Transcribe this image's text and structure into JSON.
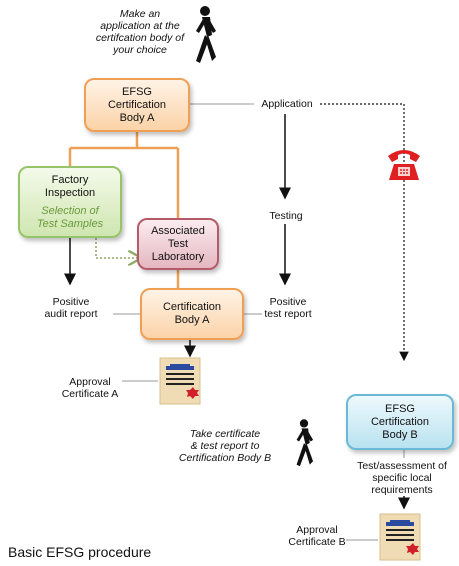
{
  "top_note": [
    "Make an",
    "application at the",
    "certifcation body of",
    "your choice"
  ],
  "box_cb_a_top": [
    "EFSG",
    "Certification",
    "Body A"
  ],
  "label_application": "Application",
  "box_factory": {
    "title": [
      "Factory",
      "Inspection"
    ],
    "subtitle": [
      "Selection of",
      "Test Samples"
    ]
  },
  "label_testing": "Testing",
  "box_lab": [
    "Associated",
    "Test",
    "Laboratory"
  ],
  "label_positive_audit": [
    "Positive",
    "audit report"
  ],
  "box_cb_a": [
    "Certification",
    "Body A"
  ],
  "label_positive_test": [
    "Positive",
    "test report"
  ],
  "label_approval_a": [
    "Approval",
    "Certificate A"
  ],
  "box_cb_b": [
    "EFSG",
    "Certification",
    "Body B"
  ],
  "take_note": [
    "Take certificate",
    "& test report to",
    "Certification Body B"
  ],
  "label_test_assessment": [
    "Test/assessment of",
    "specific local",
    "requirements"
  ],
  "label_approval_b": [
    "Approval",
    "Certificate B"
  ],
  "caption": "Basic EFSG procedure",
  "colors": {
    "orange": "#f0a055",
    "green": "#95c46a",
    "red": "#b55a6a",
    "blue": "#6ab9d6",
    "phone": "#e02020"
  },
  "icons": [
    "walking-person-icon",
    "telephone-icon",
    "certificate-icon"
  ]
}
